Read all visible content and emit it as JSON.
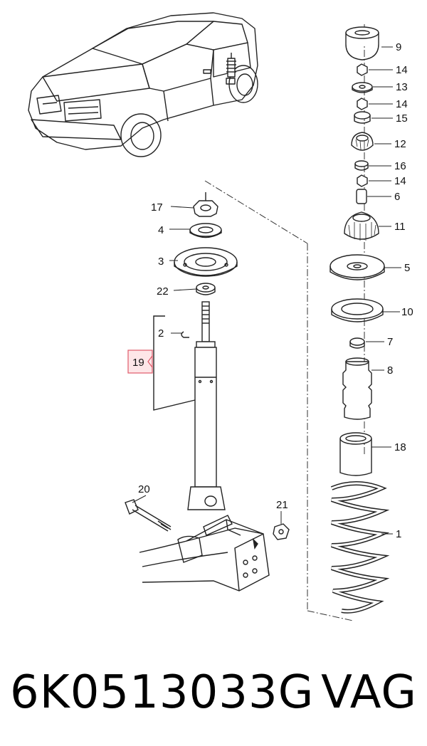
{
  "diagram": {
    "callouts": {
      "c1": "1",
      "c2": "2",
      "c3": "3",
      "c4": "4",
      "c5": "5",
      "c6": "6",
      "c7": "7",
      "c8": "8",
      "c9": "9",
      "c10": "10",
      "c11": "11",
      "c12": "12",
      "c13": "13",
      "c14a": "14",
      "c14b": "14",
      "c14c": "14",
      "c15": "15",
      "c16": "16",
      "c17": "17",
      "c18": "18",
      "c19": "19",
      "c20": "20",
      "c21": "21",
      "c22": "22"
    },
    "highlight_color": "#e05a6a"
  },
  "footer": {
    "part_number": "6K0513033G",
    "brand": "VAG"
  }
}
